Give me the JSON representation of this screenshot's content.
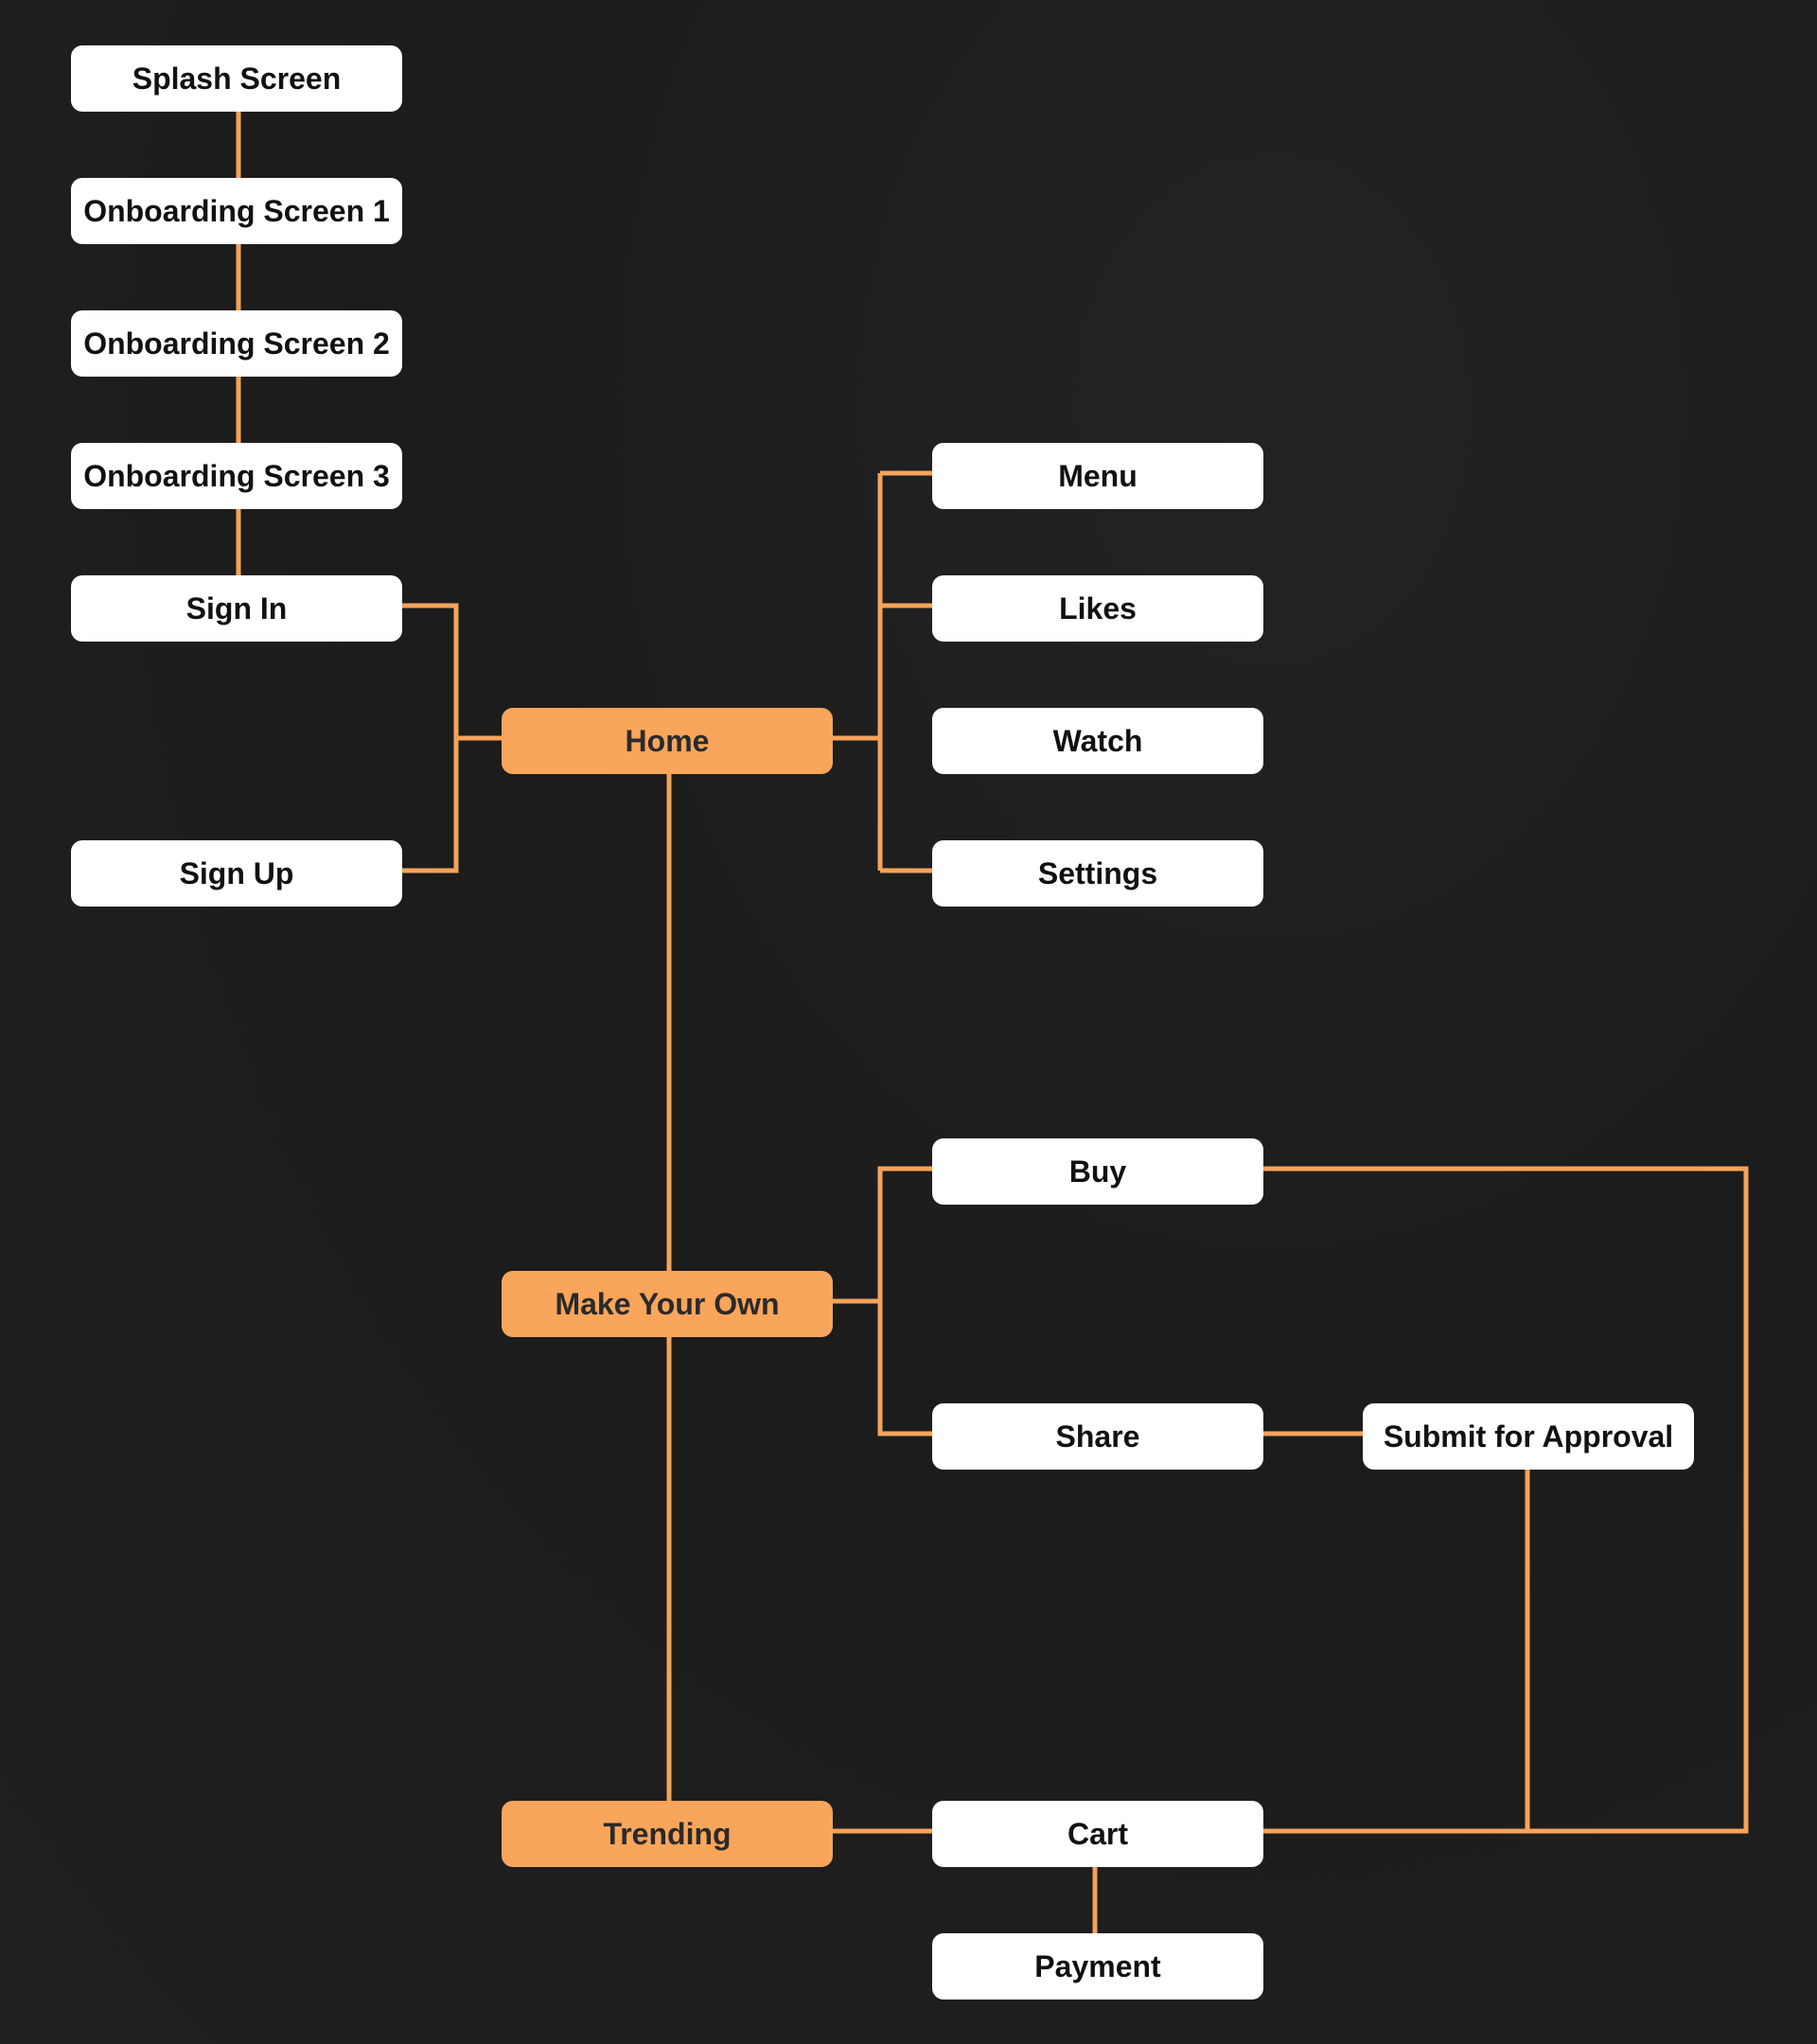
{
  "colors": {
    "background": "#1e1e1e",
    "connector": "#f5a35a",
    "node_primary": "#ffffff",
    "node_hub": "#f9a55b",
    "text_dark": "#111111"
  },
  "nodes": {
    "splash": "Splash Screen",
    "onboarding1": "Onboarding Screen 1",
    "onboarding2": "Onboarding Screen 2",
    "onboarding3": "Onboarding Screen 3",
    "signin": "Sign In",
    "signup": "Sign Up",
    "home": "Home",
    "menu": "Menu",
    "likes": "Likes",
    "watch": "Watch",
    "settings": "Settings",
    "make_your_own": "Make Your Own",
    "buy": "Buy",
    "share": "Share",
    "submit_for_approval": "Submit for Approval",
    "trending": "Trending",
    "cart": "Cart",
    "payment": "Payment"
  }
}
